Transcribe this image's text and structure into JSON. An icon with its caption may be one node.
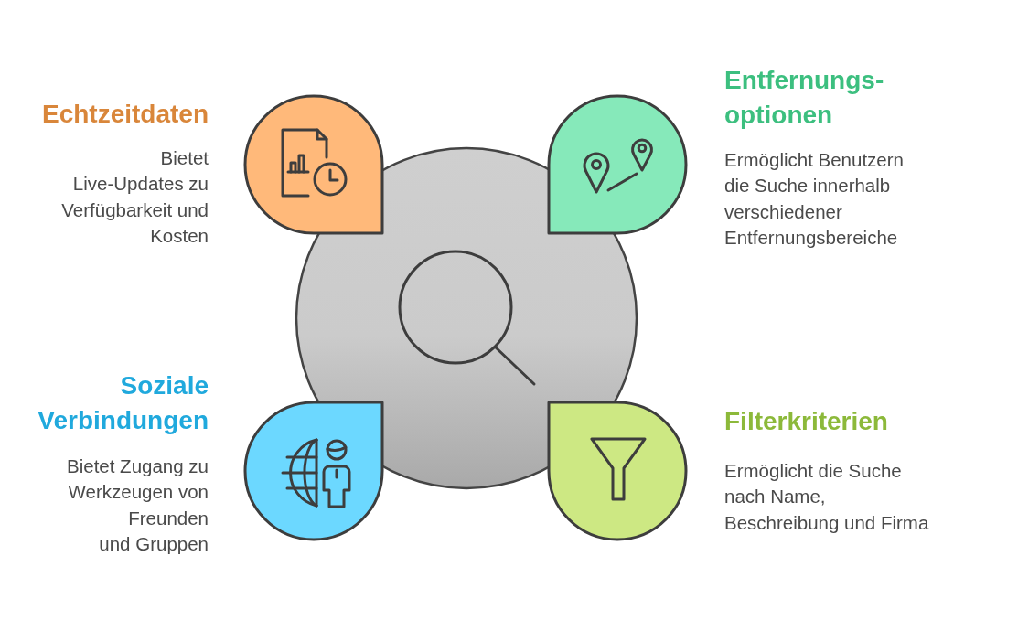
{
  "diagram": {
    "nodes": [
      {
        "text": [
          "Echtzeitdaten",
          "Bietet Live-Updates zu Verfügbarkeit und Kosten"
        ]
      },
      {
        "text": [
          "Entfernungs-optionen",
          "Ermöglicht Benutzern die Suche innerhalb verschiedener Entfernungsbereiche"
        ]
      },
      {
        "text": [
          "Soziale Verbindungen",
          "Bietet Zugang zu Werkzeugen von Freunden und Gruppen"
        ]
      },
      {
        "text": [
          "Filterkriterien",
          "Ermöglicht die Suche nach Name, Beschreibung und Firma"
        ]
      },
      {
        "text": [],
        "shape": "circle"
      }
    ]
  }
}
